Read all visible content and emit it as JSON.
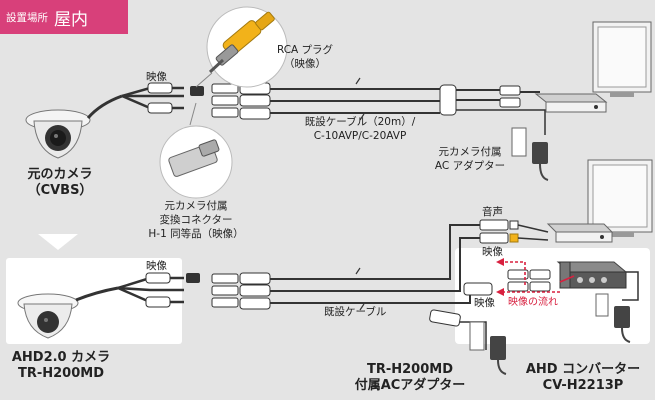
{
  "location": {
    "label": "設置場所",
    "value": "屋内"
  },
  "top": {
    "rca_plug": "RCA プラグ",
    "rca_plug_sub": "（映像）",
    "video_label": "映像",
    "cable": "既設ケーブル（20m）/",
    "cable_models": "C-10AVP/C-20AVP",
    "adapter_line1": "元カメラ付属",
    "adapter_line2": "AC アダプター",
    "camera_line1": "元のカメラ",
    "camera_line2": "（CVBS）",
    "connector_line1": "元カメラ付属",
    "connector_line2": "変換コネクター",
    "connector_line3": "H-1 同等品（映像）"
  },
  "bottom": {
    "video_label_left": "映像",
    "audio_label": "音声",
    "video_label_right": "映像",
    "video_label_center": "映像",
    "cable": "既設ケーブル",
    "flow": "映像の流れ",
    "camera_line1": "AHD2.0 カメラ",
    "camera_line2": "TR-H200MD",
    "adapter_line1": "TR-H200MD",
    "adapter_line2": "付属ACアダプター",
    "converter_line1": "AHD コンバーター",
    "converter_line2": "CV-H2213P"
  },
  "colors": {
    "badge": "#d8407a",
    "rca_yellow": "#f2b21a",
    "flow_red": "#d8203f",
    "panel": "#ffffff",
    "background": "#e4e4e4"
  }
}
